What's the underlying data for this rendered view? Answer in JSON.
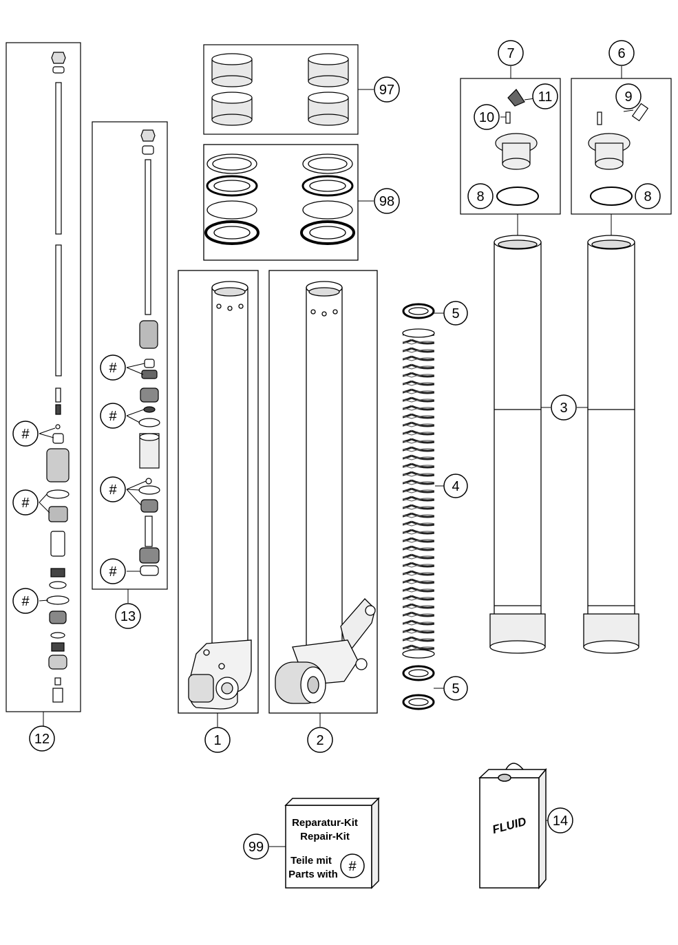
{
  "callouts": {
    "c1": "1",
    "c2": "2",
    "c3": "3",
    "c4": "4",
    "c5": "5",
    "c6": "6",
    "c7": "7",
    "c8": "8",
    "c9": "9",
    "c10": "10",
    "c11": "11",
    "c12": "12",
    "c13": "13",
    "c14": "14",
    "c97": "97",
    "c98": "98",
    "c99": "99",
    "hash": "#"
  },
  "repair_kit": {
    "line1": "Reparatur-Kit",
    "line2": "Repair-Kit",
    "line3": "Teile mit",
    "line4": "Parts with"
  },
  "fluid_can": {
    "label": "FLUID"
  }
}
